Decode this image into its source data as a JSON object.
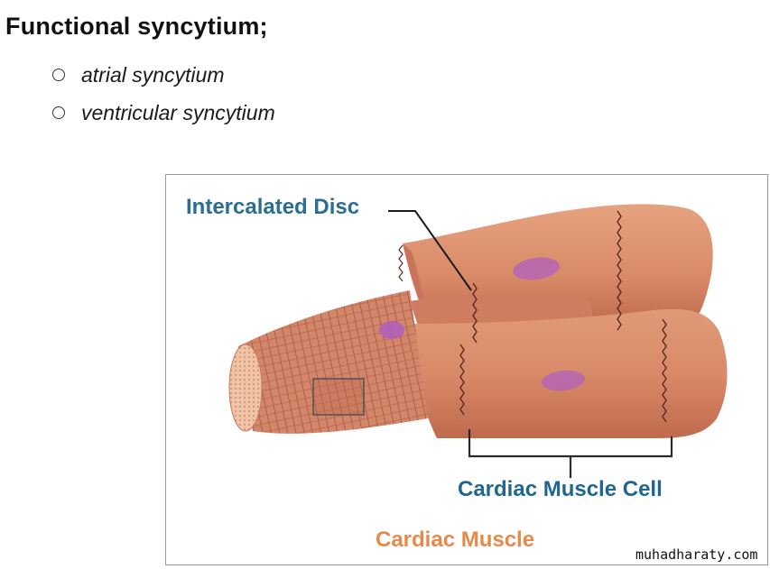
{
  "slide": {
    "title": "Functional syncytium;",
    "bullets": [
      {
        "label": "atrial syncytium"
      },
      {
        "label": "ventricular syncytium"
      }
    ]
  },
  "figure": {
    "labels": {
      "intercalated_disc": "Intercalated Disc",
      "cardiac_muscle_cell": "Cardiac Muscle Cell",
      "caption": "Cardiac Muscle"
    },
    "colors": {
      "tissue": "#d98a68",
      "tissue_shadow": "#b9644a",
      "nucleus": "#b565b5",
      "disc_label": "#2a6e93",
      "caption": "#e8894a"
    }
  },
  "watermark": "muhadharaty.com"
}
